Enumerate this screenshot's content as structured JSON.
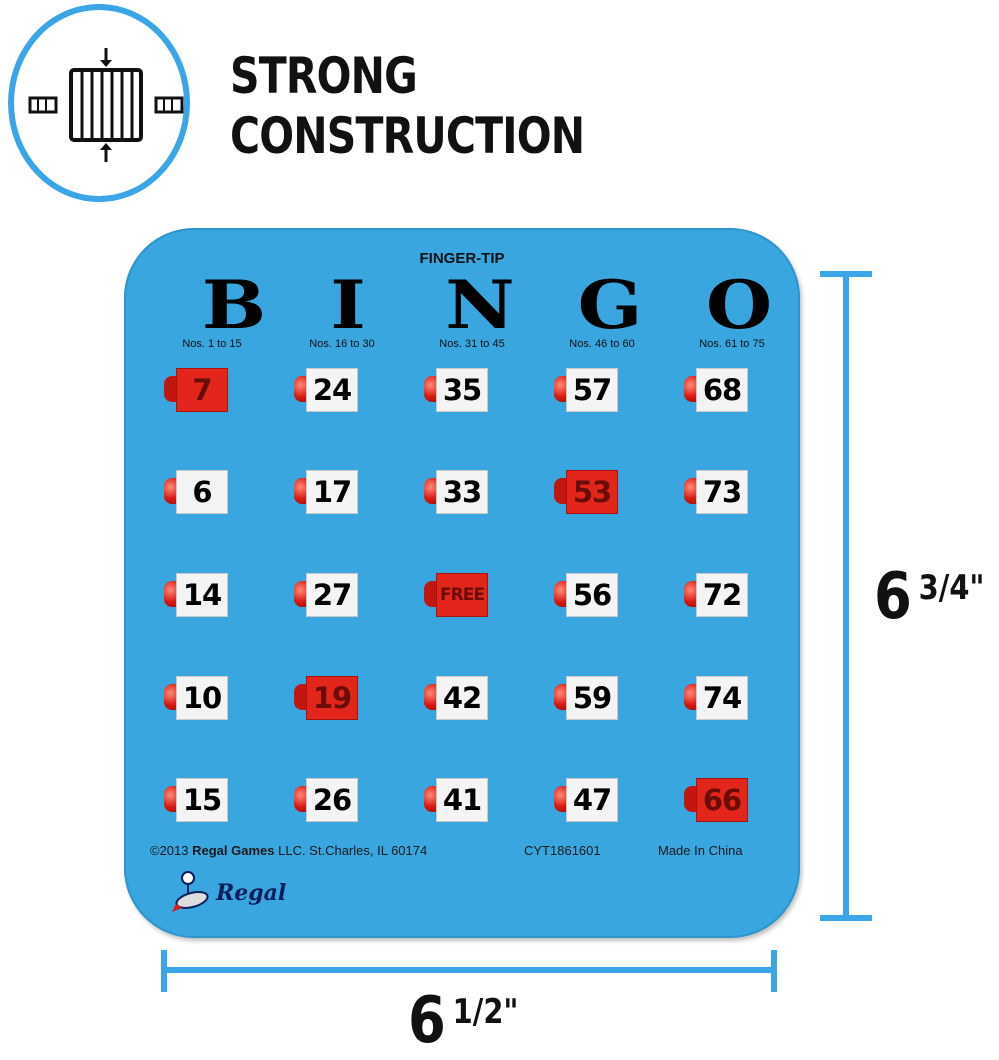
{
  "feature": {
    "icon": "compression-block-icon",
    "headline_line1": "STRONG",
    "headline_line2": "CONSTRUCTION",
    "accent_color": "#3aa6e8"
  },
  "card": {
    "brand": "FINGER-TIP",
    "color": "#3aa6e0",
    "letters": [
      "B",
      "I",
      "N",
      "G",
      "O"
    ],
    "ranges": [
      "Nos. 1 to 15",
      "Nos. 16 to 30",
      "Nos. 31 to 45",
      "Nos. 46 to 60",
      "Nos. 61 to 75"
    ],
    "columns": [
      [
        {
          "n": "7",
          "covered": true
        },
        {
          "n": "6",
          "covered": false
        },
        {
          "n": "14",
          "covered": false
        },
        {
          "n": "10",
          "covered": false
        },
        {
          "n": "15",
          "covered": false
        }
      ],
      [
        {
          "n": "24",
          "covered": false
        },
        {
          "n": "17",
          "covered": false
        },
        {
          "n": "27",
          "covered": false
        },
        {
          "n": "19",
          "covered": true
        },
        {
          "n": "26",
          "covered": false
        }
      ],
      [
        {
          "n": "35",
          "covered": false
        },
        {
          "n": "33",
          "covered": false
        },
        {
          "n": "FREE",
          "covered": true
        },
        {
          "n": "42",
          "covered": false
        },
        {
          "n": "41",
          "covered": false
        }
      ],
      [
        {
          "n": "57",
          "covered": false
        },
        {
          "n": "53",
          "covered": true
        },
        {
          "n": "56",
          "covered": false
        },
        {
          "n": "59",
          "covered": false
        },
        {
          "n": "47",
          "covered": false
        }
      ],
      [
        {
          "n": "68",
          "covered": false
        },
        {
          "n": "73",
          "covered": false
        },
        {
          "n": "72",
          "covered": false
        },
        {
          "n": "74",
          "covered": false
        },
        {
          "n": "66",
          "covered": true
        }
      ]
    ],
    "copyright_prefix": "©2013 ",
    "company": "Regal Games",
    "copyright_suffix": " LLC. St.Charles, IL 60174",
    "model": "CYT1861601",
    "origin": "Made In China",
    "logo_text": "Regal"
  },
  "dimensions": {
    "height_whole": "6",
    "height_fraction": "3/4\"",
    "width_whole": "6",
    "width_fraction": "1/2\""
  }
}
